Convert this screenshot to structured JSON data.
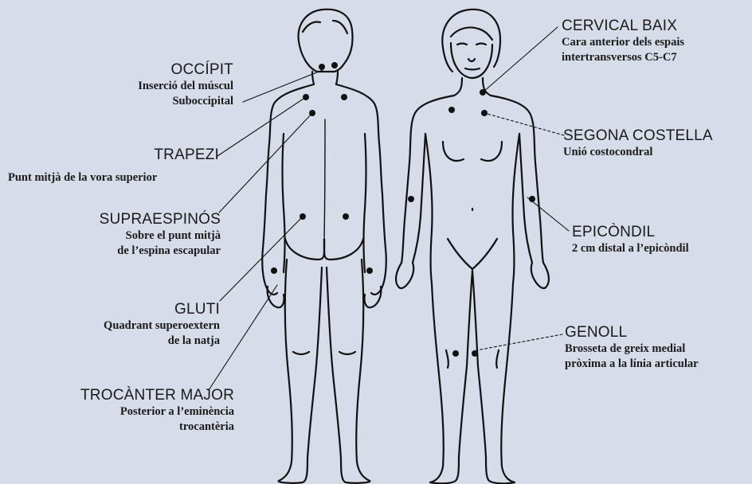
{
  "tender_points": {
    "left_labels": [
      {
        "title": "OCCÍPIT",
        "desc1": "Inserció del múscul",
        "desc2": "Suboccipital"
      },
      {
        "title": "TRAPEZI",
        "desc1": "Punt mitjà de la vora superior"
      },
      {
        "title": "SUPRAESPINÓS",
        "desc1": "Sobre el punt mitjà",
        "desc2": "de l’espina escapular"
      },
      {
        "title": "GLUTI",
        "desc1": "Quadrant superoextern",
        "desc2": "de la natja"
      },
      {
        "title": "TROCÀNTER MAJOR",
        "desc1": "Posterior a l’eminència",
        "desc2": "trocantèria"
      }
    ],
    "right_labels": [
      {
        "title": "CERVICAL BAIX",
        "desc1": "Cara anterior dels espais",
        "desc2": "intertransversos C5-C7"
      },
      {
        "title": "SEGONA COSTELLA",
        "desc1": "Unió costocondral"
      },
      {
        "title": "EPICÒNDIL",
        "desc1": "2 cm distal a l’epicòndil"
      },
      {
        "title": "GENOLL",
        "desc1": "Brosseta de greix medial",
        "desc2": "pròxima a la línia articular"
      }
    ]
  },
  "colors": {
    "background": "#d6dde9",
    "ink": "#111111"
  }
}
